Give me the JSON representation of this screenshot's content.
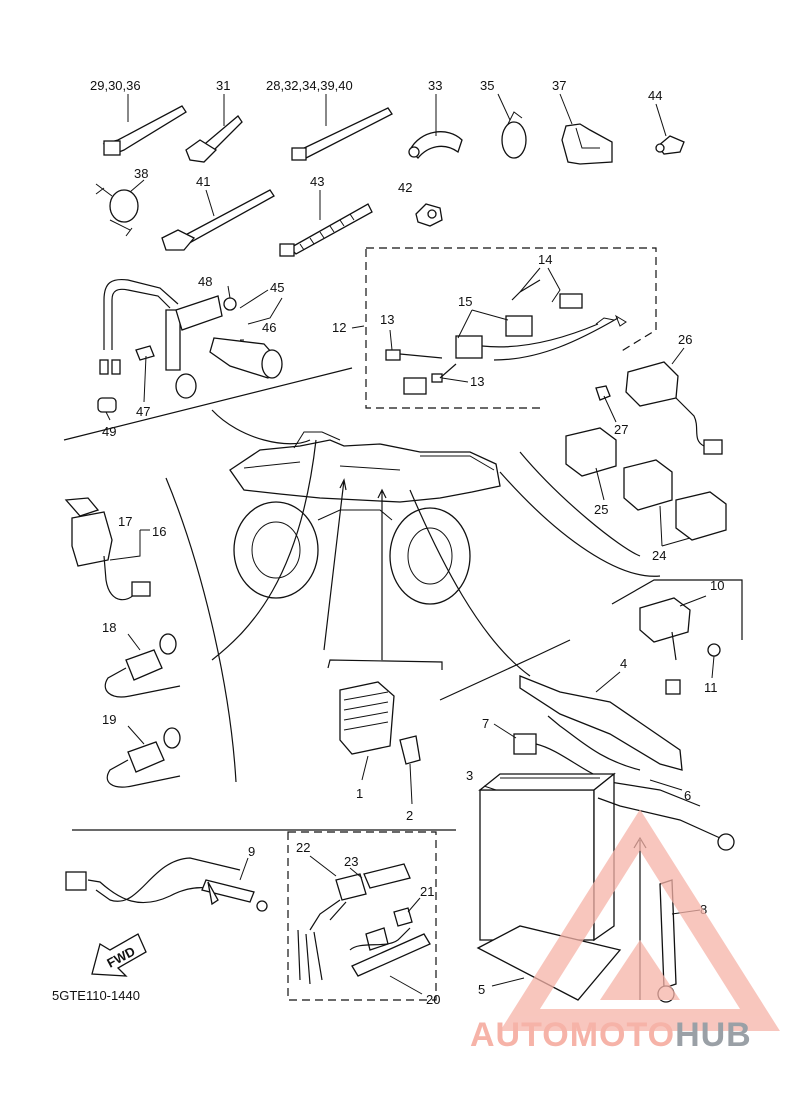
{
  "diagram": {
    "code": "5GTE110-1440",
    "fwd_label": "FWD",
    "labels": {
      "l29_30_36": "29,30,36",
      "l31": "31",
      "l28_32_34_39_40": "28,32,34,39,40",
      "l33": "33",
      "l35": "35",
      "l37": "37",
      "l44": "44",
      "l38": "38",
      "l41": "41",
      "l43": "43",
      "l42": "42",
      "l48": "48",
      "l45": "45",
      "l46": "46",
      "l47": "47",
      "l49": "49",
      "l14": "14",
      "l15": "15",
      "l12": "12",
      "l13a": "13",
      "l13b": "13",
      "l26": "26",
      "l27": "27",
      "l25": "25",
      "l24": "24",
      "l17": "17",
      "l16": "16",
      "l18": "18",
      "l19": "19",
      "l10": "10",
      "l11": "11",
      "l4": "4",
      "l7": "7",
      "l6": "6",
      "l3": "3",
      "l1": "1",
      "l2": "2",
      "l9": "9",
      "l22": "22",
      "l23": "23",
      "l21": "21",
      "l20": "20",
      "l8": "8",
      "l5": "5"
    }
  },
  "watermark": {
    "part1": "AUTOMOTO",
    "part2": "HUB"
  },
  "colors": {
    "line": "#111111",
    "watermark_red": "#f6b3a8",
    "watermark_gray": "#9aa0a6"
  }
}
